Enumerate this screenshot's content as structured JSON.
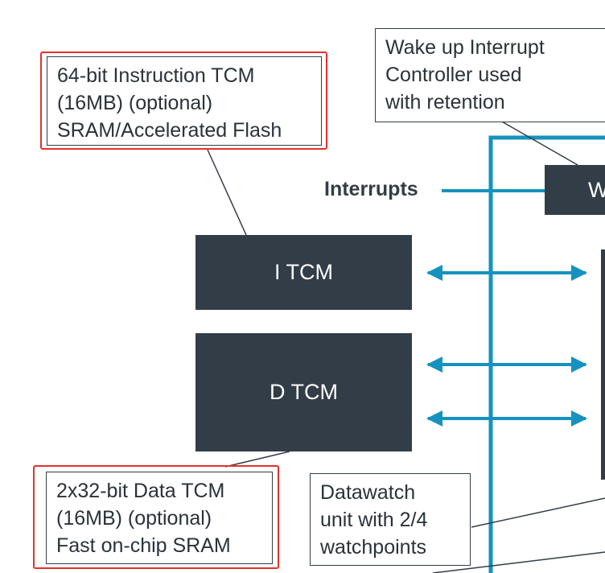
{
  "callouts": {
    "itcm": {
      "lines": [
        "64-bit Instruction TCM",
        "(16MB) (optional)",
        "SRAM/Accelerated Flash"
      ]
    },
    "wic": {
      "lines": [
        "Wake up Interrupt",
        "Controller used",
        "with retention"
      ]
    },
    "dtcm": {
      "lines": [
        "2x32-bit Data TCM",
        "(16MB) (optional)",
        "Fast on-chip SRAM"
      ]
    },
    "dwt": {
      "lines": [
        "Datawatch",
        "unit with 2/4",
        "watchpoints"
      ]
    }
  },
  "blocks": {
    "itcm": "I TCM",
    "dtcm": "D TCM",
    "wic": "W"
  },
  "labels": {
    "interrupts": "Interrupts"
  },
  "colors": {
    "block": "#333d48",
    "connector": "#1592bf",
    "highlight": "#e3322b"
  }
}
